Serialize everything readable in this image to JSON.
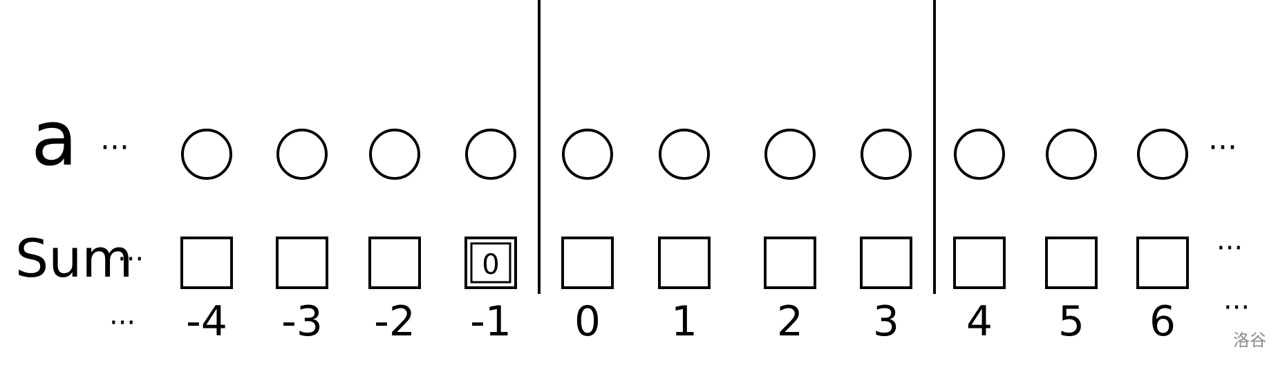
{
  "labels": {
    "row_a": "a",
    "row_sum": "Sum",
    "dots": "···"
  },
  "indices": [
    "-4",
    "-3",
    "-2",
    "-1",
    "0",
    "1",
    "2",
    "3",
    "4",
    "5",
    "6"
  ],
  "sum_values": [
    "",
    "",
    "",
    "0",
    "",
    "",
    "",
    "",
    "",
    "",
    ""
  ],
  "block_separators_after_index": [
    "-1",
    "3"
  ],
  "watermark": "洛谷"
}
